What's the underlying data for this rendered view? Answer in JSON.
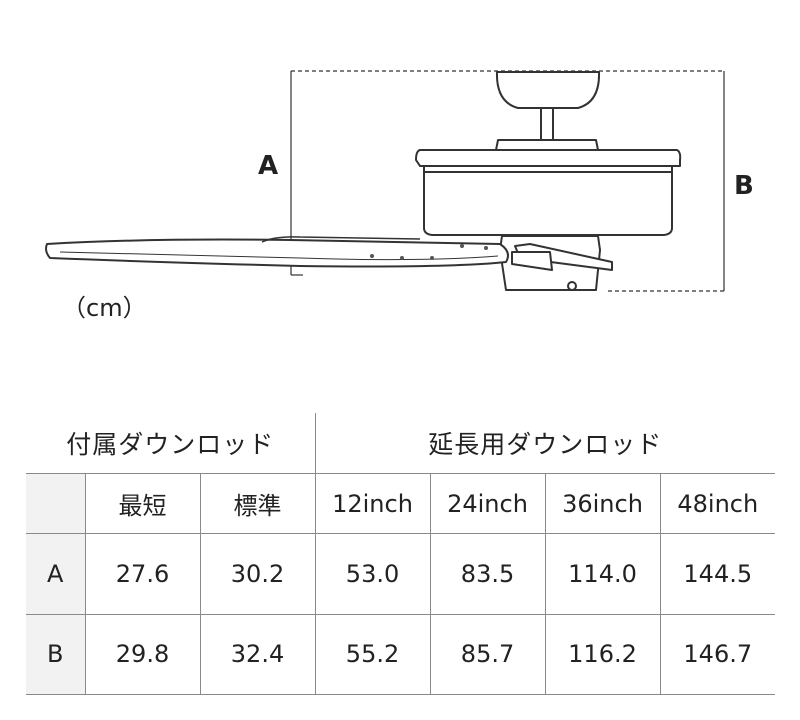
{
  "diagram": {
    "dimension_a_label": "A",
    "dimension_b_label": "B",
    "unit_label": "（cm）"
  },
  "table": {
    "group_headers": [
      "付属ダウンロッド",
      "延長用ダウンロッド"
    ],
    "column_headers": [
      "最短",
      "標準",
      "12inch",
      "24inch",
      "36inch",
      "48inch"
    ],
    "rows": [
      {
        "label": "A",
        "values": [
          "27.6",
          "30.2",
          "53.0",
          "83.5",
          "114.0",
          "144.5"
        ]
      },
      {
        "label": "B",
        "values": [
          "29.8",
          "32.4",
          "55.2",
          "85.7",
          "116.2",
          "146.7"
        ]
      }
    ]
  }
}
